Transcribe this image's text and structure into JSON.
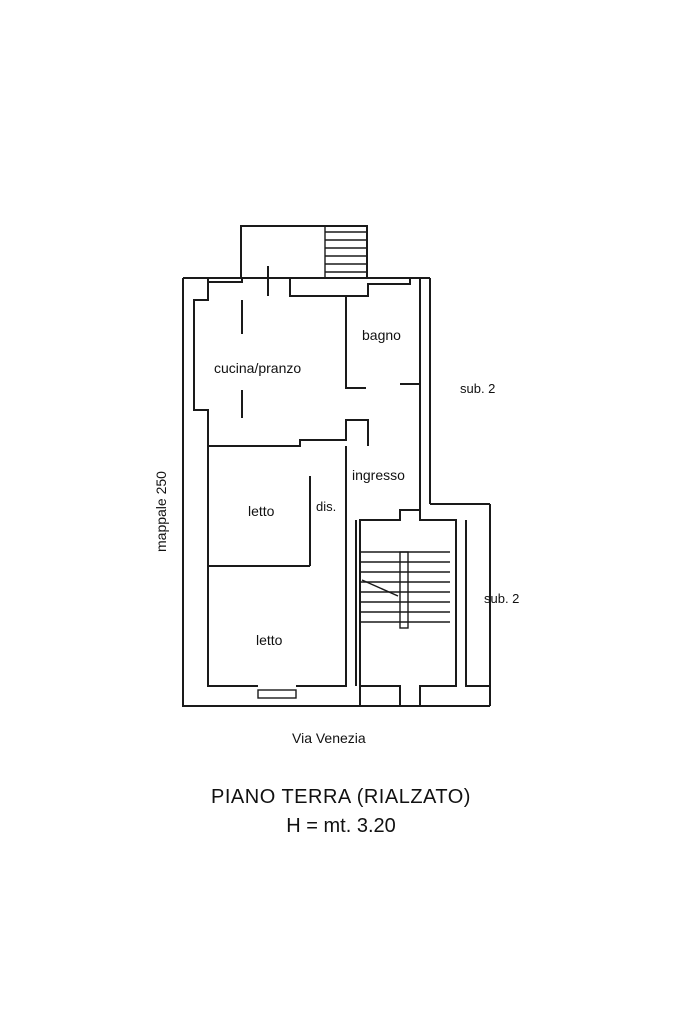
{
  "rooms": {
    "bagno": "bagno",
    "cucina": "cucina/pranzo",
    "sub2_upper": "sub. 2",
    "ingresso": "ingresso",
    "letto1": "letto",
    "dis": "dis.",
    "sub2_lower": "sub. 2",
    "letto2": "letto"
  },
  "side_label": "mappale 250",
  "street": "Via Venezia",
  "caption": {
    "floor": "PIANO TERRA (RIALZATO)",
    "height": "H = mt. 3.20"
  },
  "colors": {
    "line": "#1a1a1a",
    "paper": "#ffffff"
  }
}
